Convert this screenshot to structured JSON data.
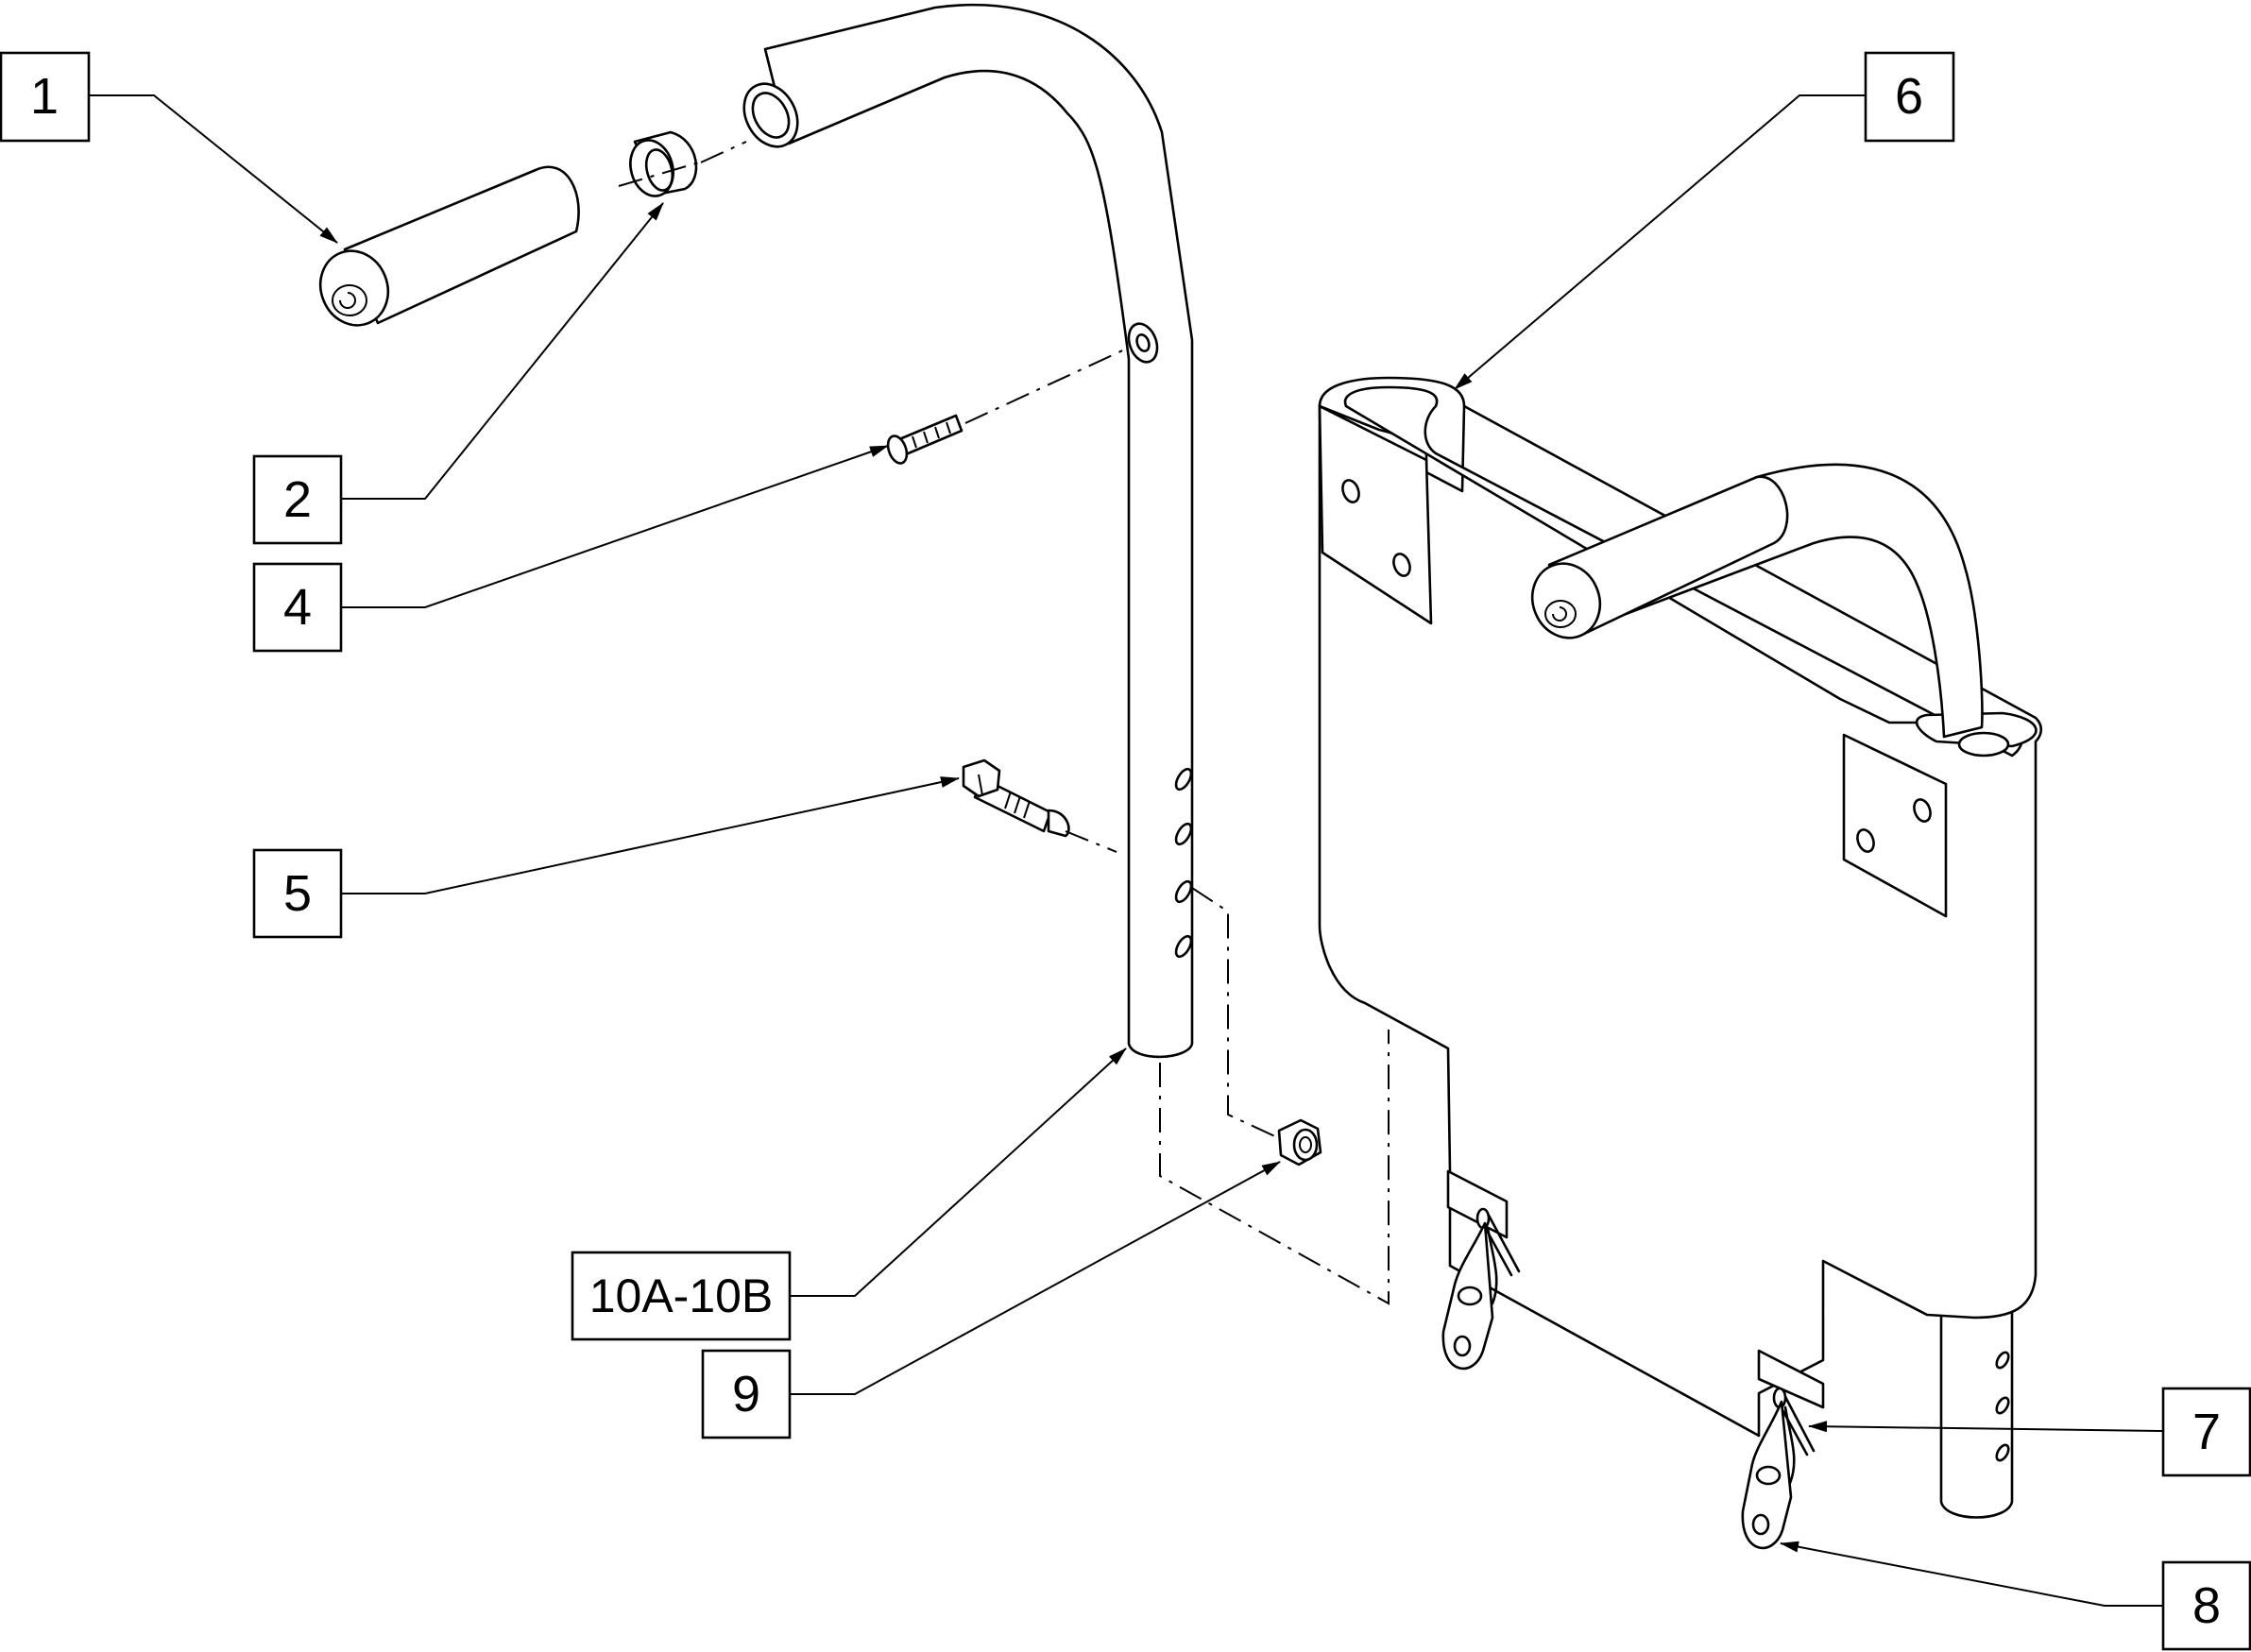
{
  "diagram": {
    "callouts": [
      {
        "id": "c1",
        "label": "1"
      },
      {
        "id": "c2",
        "label": "2"
      },
      {
        "id": "c4",
        "label": "4"
      },
      {
        "id": "c5",
        "label": "5"
      },
      {
        "id": "c6",
        "label": "6"
      },
      {
        "id": "c7",
        "label": "7"
      },
      {
        "id": "c8",
        "label": "8"
      },
      {
        "id": "c9",
        "label": "9"
      },
      {
        "id": "c10",
        "label": "10A-10B"
      }
    ],
    "colors": {
      "line": "#000000",
      "background": "#ffffff"
    }
  }
}
